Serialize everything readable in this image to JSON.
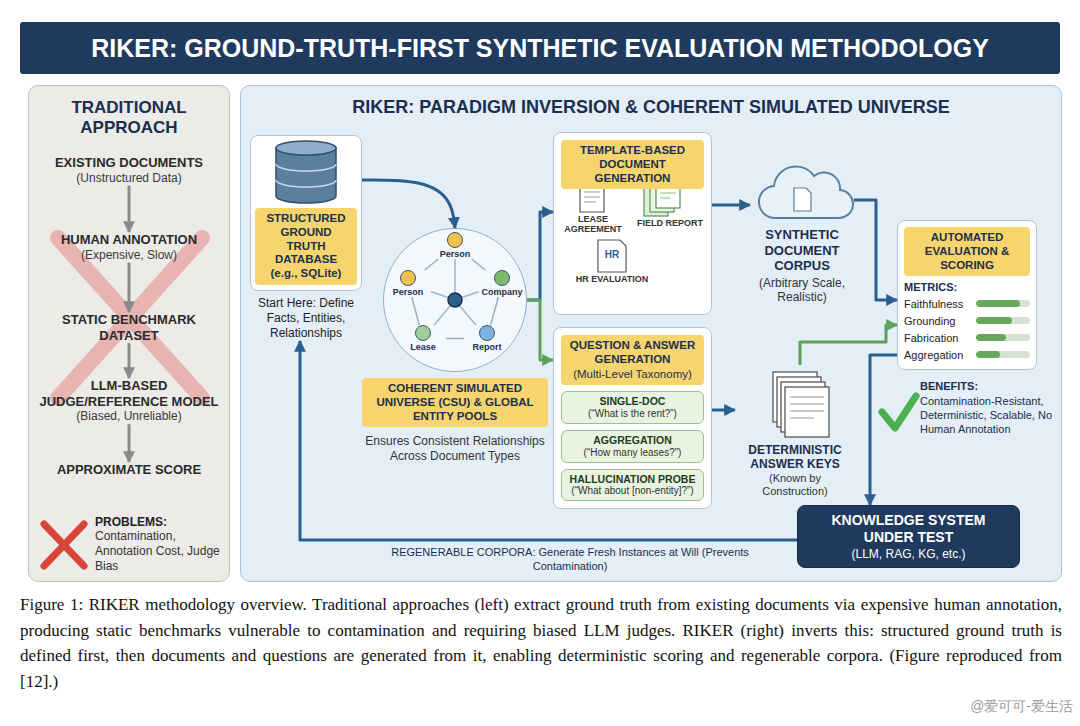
{
  "diagram": {
    "title": "RIKER: GROUND-TRUTH-FIRST SYNTHETIC EVALUATION METHODOLOGY",
    "caption": "Figure 1: RIKER methodology overview. Traditional approaches (left) extract ground truth from existing documents via expensive human annotation, producing static benchmarks vulnerable to contamination and requiring biased LLM judges. RIKER (right) inverts this: structured ground truth is defined first, then documents and questions are generated from it, enabling deterministic scoring and regenerable corpora. (Figure reproduced from [12].)",
    "nodes": [
      {
        "text": [
          "TRADITIONAL APPROACH"
        ]
      },
      {
        "text": [
          "EXISTING DOCUMENTS",
          "(Unstructured Data)"
        ],
        "in": 0
      },
      {
        "text": [
          "HUMAN ANNOTATION",
          "(Expensive, Slow)"
        ],
        "in": 0
      },
      {
        "text": [
          "STATIC BENCHMARK DATASET"
        ],
        "in": 0
      },
      {
        "text": [
          "LLM-BASED JUDGE/REFERENCE MODEL",
          "(Biased, Unreliable)"
        ],
        "in": 0
      },
      {
        "text": [
          "APPROXIMATE SCORE"
        ],
        "in": 0
      },
      {
        "text": [
          "PROBLEMS:",
          "Contamination, Annotation Cost, Judge Bias"
        ],
        "in": 0
      },
      {
        "text": [
          "RIKER: PARADIGM INVERSION & COHERENT SIMULATED UNIVERSE"
        ]
      },
      {
        "text": [
          "STRUCTURED GROUND TRUTH DATABASE (e.g., SQLite)",
          "Start Here: Define Facts, Entities, Relationships"
        ],
        "in": 7
      },
      {
        "text": [
          "COHERENT SIMULATED UNIVERSE (CSU) & GLOBAL ENTITY POOLS",
          "Ensures Consistent Relationships Across Document Types"
        ],
        "in": 7
      },
      {
        "text": [
          "Person"
        ],
        "in": 9
      },
      {
        "text": [
          "Person"
        ],
        "in": 9
      },
      {
        "text": [
          "Company"
        ],
        "in": 9
      },
      {
        "text": [
          "Lease"
        ],
        "in": 9
      },
      {
        "text": [
          "Report"
        ],
        "in": 9
      },
      {
        "text": [
          "TEMPLATE-BASED DOCUMENT GENERATION"
        ],
        "in": 7
      },
      {
        "text": [
          "SYNTHETIC DOCUMENT CORPUS",
          "(Arbitrary Scale, Realistic)"
        ],
        "in": 7
      },
      {
        "text": [
          "QUESTION & ANSWER GENERATION",
          "(Multi-Level Taxonomy)"
        ],
        "in": 7
      },
      {
        "text": [
          "SINGLE-DOC",
          "(“What is the rent?”)"
        ],
        "in": 17
      },
      {
        "text": [
          "AGGREGATION",
          "(“How many leases?”)"
        ],
        "in": 17
      },
      {
        "text": [
          "HALLUCINATION PROBE",
          "(“What about [non-entity]?”)"
        ],
        "in": 17
      },
      {
        "text": [
          "DETERMINISTIC ANSWER KEYS",
          "(Known by Construction)"
        ],
        "in": 7
      },
      {
        "text": [
          "AUTOMATED EVALUATION & SCORING",
          "METRICS:",
          "Faithfulness",
          "Grounding",
          "Fabrication",
          "Aggregation"
        ],
        "in": 7
      },
      {
        "text": [
          "KNOWLEDGE SYSTEM UNDER TEST",
          "(LLM, RAG, KG, etc.)"
        ],
        "in": 7
      }
    ],
    "edges": [
      {
        "from": 1,
        "to": 2,
        "arrow": "to"
      },
      {
        "from": 2,
        "to": 3,
        "arrow": "to"
      },
      {
        "from": 3,
        "to": 4,
        "arrow": "to"
      },
      {
        "from": 4,
        "to": 5,
        "arrow": "to"
      },
      {
        "from": 8,
        "to": 9,
        "arrow": "to"
      },
      {
        "from": 9,
        "to": 15,
        "arrow": "to"
      },
      {
        "from": 9,
        "to": 17,
        "arrow": "to"
      },
      {
        "from": 15,
        "to": 16,
        "arrow": "to"
      },
      {
        "from": 17,
        "to": 21,
        "arrow": "to"
      },
      {
        "from": 16,
        "to": 22,
        "arrow": "to"
      },
      {
        "from": 21,
        "to": 22,
        "arrow": "to"
      },
      {
        "from": 22,
        "to": 23,
        "arrow": "to"
      },
      {
        "from": 23,
        "to": 8,
        "arrow": "to",
        "label": "REGENERABLE CORPORA: Generate Fresh Instances at Will (Prevents Contamination)"
      },
      {
        "from": 10,
        "to": 12,
        "arrow": "none"
      },
      {
        "from": 12,
        "to": 14,
        "arrow": "none"
      },
      {
        "from": 14,
        "to": 13,
        "arrow": "none"
      },
      {
        "from": 13,
        "to": 11,
        "arrow": "none"
      },
      {
        "from": 11,
        "to": 10,
        "arrow": "none"
      }
    ],
    "labels": [
      "LEASE AGREEMENT",
      "HR",
      "HR EVALUATION",
      "FIELD REPORT",
      "BENEFITS:",
      "Contamination-Resistant, Deterministic, Scalable, No Human Annotation",
      "@爱可可-爱生活"
    ]
  }
}
